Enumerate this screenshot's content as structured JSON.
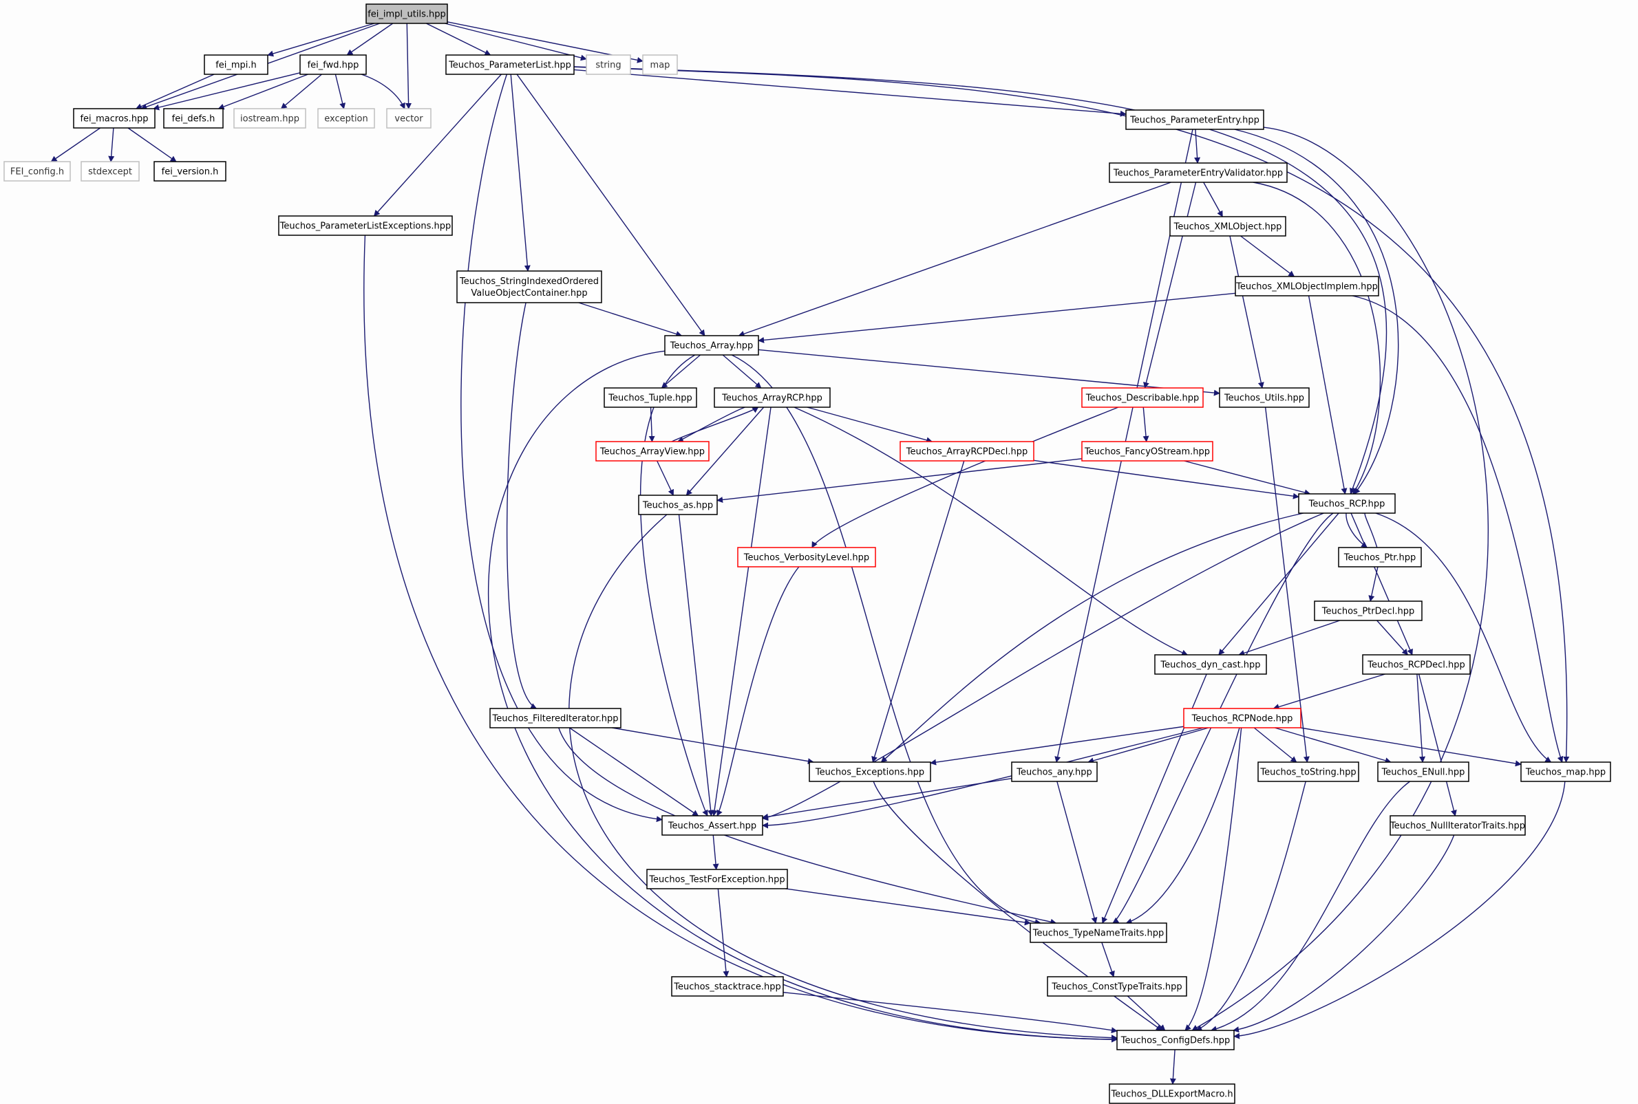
{
  "diagram": {
    "colors": {
      "edge": "#191970",
      "normal_border": "#000000",
      "truncated_border": "#ff0000",
      "external_border": "#bfbfbf",
      "root_fill": "#bfbfbf",
      "node_fill": "#ffffff",
      "background": "#fdfdfd"
    },
    "nodes": [
      {
        "id": "root",
        "lines": [
          "fei_impl_utils.hpp"
        ],
        "kind": "root"
      },
      {
        "id": "fei_mpi",
        "lines": [
          "fei_mpi.h"
        ],
        "kind": "normal"
      },
      {
        "id": "fei_fwd",
        "lines": [
          "fei_fwd.hpp"
        ],
        "kind": "normal"
      },
      {
        "id": "vector",
        "lines": [
          "vector"
        ],
        "kind": "external"
      },
      {
        "id": "plist",
        "lines": [
          "Teuchos_ParameterList.hpp"
        ],
        "kind": "normal"
      },
      {
        "id": "string",
        "lines": [
          "string"
        ],
        "kind": "external"
      },
      {
        "id": "map",
        "lines": [
          "map"
        ],
        "kind": "external"
      },
      {
        "id": "fei_macros",
        "lines": [
          "fei_macros.hpp"
        ],
        "kind": "normal"
      },
      {
        "id": "fei_defs",
        "lines": [
          "fei_defs.h"
        ],
        "kind": "normal"
      },
      {
        "id": "iostream",
        "lines": [
          "iostream.hpp"
        ],
        "kind": "external"
      },
      {
        "id": "exception",
        "lines": [
          "exception"
        ],
        "kind": "external"
      },
      {
        "id": "fei_config",
        "lines": [
          "FEI_config.h"
        ],
        "kind": "external"
      },
      {
        "id": "stdexcept",
        "lines": [
          "stdexcept"
        ],
        "kind": "external"
      },
      {
        "id": "fei_version",
        "lines": [
          "fei_version.h"
        ],
        "kind": "normal"
      },
      {
        "id": "plist_exc",
        "lines": [
          "Teuchos_ParameterListExceptions.hpp"
        ],
        "kind": "normal"
      },
      {
        "id": "sivoc",
        "lines": [
          "Teuchos_StringIndexedOrdered",
          "ValueObjectContainer.hpp"
        ],
        "kind": "normal"
      },
      {
        "id": "pentry",
        "lines": [
          "Teuchos_ParameterEntry.hpp"
        ],
        "kind": "normal"
      },
      {
        "id": "pev",
        "lines": [
          "Teuchos_ParameterEntryValidator.hpp"
        ],
        "kind": "normal"
      },
      {
        "id": "xmlobj",
        "lines": [
          "Teuchos_XMLObject.hpp"
        ],
        "kind": "normal"
      },
      {
        "id": "xmlimpl",
        "lines": [
          "Teuchos_XMLObjectImplem.hpp"
        ],
        "kind": "normal"
      },
      {
        "id": "array",
        "lines": [
          "Teuchos_Array.hpp"
        ],
        "kind": "normal"
      },
      {
        "id": "tuple",
        "lines": [
          "Teuchos_Tuple.hpp"
        ],
        "kind": "normal"
      },
      {
        "id": "arcp",
        "lines": [
          "Teuchos_ArrayRCP.hpp"
        ],
        "kind": "normal"
      },
      {
        "id": "describable",
        "lines": [
          "Teuchos_Describable.hpp"
        ],
        "kind": "truncated"
      },
      {
        "id": "utils",
        "lines": [
          "Teuchos_Utils.hpp"
        ],
        "kind": "normal"
      },
      {
        "id": "arrayview",
        "lines": [
          "Teuchos_ArrayView.hpp"
        ],
        "kind": "truncated"
      },
      {
        "id": "arcpdecl",
        "lines": [
          "Teuchos_ArrayRCPDecl.hpp"
        ],
        "kind": "truncated"
      },
      {
        "id": "fancy",
        "lines": [
          "Teuchos_FancyOStream.hpp"
        ],
        "kind": "truncated"
      },
      {
        "id": "as",
        "lines": [
          "Teuchos_as.hpp"
        ],
        "kind": "normal"
      },
      {
        "id": "rcp",
        "lines": [
          "Teuchos_RCP.hpp"
        ],
        "kind": "normal"
      },
      {
        "id": "verbosity",
        "lines": [
          "Teuchos_VerbosityLevel.hpp"
        ],
        "kind": "truncated"
      },
      {
        "id": "ptr",
        "lines": [
          "Teuchos_Ptr.hpp"
        ],
        "kind": "normal"
      },
      {
        "id": "ptrdecl",
        "lines": [
          "Teuchos_PtrDecl.hpp"
        ],
        "kind": "normal"
      },
      {
        "id": "dyncast",
        "lines": [
          "Teuchos_dyn_cast.hpp"
        ],
        "kind": "normal"
      },
      {
        "id": "rcpdecl",
        "lines": [
          "Teuchos_RCPDecl.hpp"
        ],
        "kind": "normal"
      },
      {
        "id": "filtered",
        "lines": [
          "Teuchos_FilteredIterator.hpp"
        ],
        "kind": "normal"
      },
      {
        "id": "rcpnode",
        "lines": [
          "Teuchos_RCPNode.hpp"
        ],
        "kind": "truncated"
      },
      {
        "id": "exceptions",
        "lines": [
          "Teuchos_Exceptions.hpp"
        ],
        "kind": "normal"
      },
      {
        "id": "any",
        "lines": [
          "Teuchos_any.hpp"
        ],
        "kind": "normal"
      },
      {
        "id": "tostring",
        "lines": [
          "Teuchos_toString.hpp"
        ],
        "kind": "normal"
      },
      {
        "id": "enull",
        "lines": [
          "Teuchos_ENull.hpp"
        ],
        "kind": "normal"
      },
      {
        "id": "tmap",
        "lines": [
          "Teuchos_map.hpp"
        ],
        "kind": "normal"
      },
      {
        "id": "assert",
        "lines": [
          "Teuchos_Assert.hpp"
        ],
        "kind": "normal"
      },
      {
        "id": "nullit",
        "lines": [
          "Teuchos_NullIteratorTraits.hpp"
        ],
        "kind": "normal"
      },
      {
        "id": "testexc",
        "lines": [
          "Teuchos_TestForException.hpp"
        ],
        "kind": "normal"
      },
      {
        "id": "typename",
        "lines": [
          "Teuchos_TypeNameTraits.hpp"
        ],
        "kind": "normal"
      },
      {
        "id": "stacktrace",
        "lines": [
          "Teuchos_stacktrace.hpp"
        ],
        "kind": "normal"
      },
      {
        "id": "consttype",
        "lines": [
          "Teuchos_ConstTypeTraits.hpp"
        ],
        "kind": "normal"
      },
      {
        "id": "configdefs",
        "lines": [
          "Teuchos_ConfigDefs.hpp"
        ],
        "kind": "normal"
      },
      {
        "id": "dllexport",
        "lines": [
          "Teuchos_DLLExportMacro.h"
        ],
        "kind": "normal"
      }
    ],
    "edges": [
      [
        "root",
        "fei_mpi"
      ],
      [
        "root",
        "fei_fwd"
      ],
      [
        "root",
        "vector"
      ],
      [
        "root",
        "plist"
      ],
      [
        "root",
        "string"
      ],
      [
        "root",
        "map"
      ],
      [
        "root",
        "fei_macros"
      ],
      [
        "fei_mpi",
        "fei_macros"
      ],
      [
        "fei_fwd",
        "fei_macros"
      ],
      [
        "fei_fwd",
        "fei_defs"
      ],
      [
        "fei_fwd",
        "iostream"
      ],
      [
        "fei_fwd",
        "exception"
      ],
      [
        "fei_fwd",
        "vector"
      ],
      [
        "fei_macros",
        "fei_config"
      ],
      [
        "fei_macros",
        "stdexcept"
      ],
      [
        "fei_macros",
        "fei_version"
      ],
      [
        "plist",
        "plist_exc"
      ],
      [
        "plist",
        "sivoc"
      ],
      [
        "plist",
        "array"
      ],
      [
        "plist",
        "assert"
      ],
      [
        "plist",
        "pentry"
      ],
      [
        "plist",
        "rcp"
      ],
      [
        "plist",
        "tmap"
      ],
      [
        "plist_exc",
        "configdefs"
      ],
      [
        "sivoc",
        "array"
      ],
      [
        "sivoc",
        "filtered"
      ],
      [
        "pentry",
        "pev"
      ],
      [
        "pentry",
        "any"
      ],
      [
        "pentry",
        "rcp"
      ],
      [
        "pentry",
        "configdefs"
      ],
      [
        "pev",
        "xmlobj"
      ],
      [
        "pev",
        "describable"
      ],
      [
        "pev",
        "array"
      ],
      [
        "pev",
        "rcp"
      ],
      [
        "xmlobj",
        "xmlimpl"
      ],
      [
        "xmlobj",
        "utils"
      ],
      [
        "xmlimpl",
        "array"
      ],
      [
        "xmlimpl",
        "rcp"
      ],
      [
        "xmlimpl",
        "tmap"
      ],
      [
        "array",
        "tuple"
      ],
      [
        "array",
        "arcp"
      ],
      [
        "array",
        "utils"
      ],
      [
        "array",
        "assert"
      ],
      [
        "array",
        "typename"
      ],
      [
        "array",
        "configdefs"
      ],
      [
        "tuple",
        "arrayview"
      ],
      [
        "arcp",
        "arrayview"
      ],
      [
        "arcp",
        "arcpdecl"
      ],
      [
        "arcp",
        "as"
      ],
      [
        "arcp",
        "assert"
      ],
      [
        "arcp",
        "dyncast"
      ],
      [
        "arrayview",
        "arcp"
      ],
      [
        "arrayview",
        "as"
      ],
      [
        "arcpdecl",
        "rcp"
      ],
      [
        "arcpdecl",
        "exceptions"
      ],
      [
        "describable",
        "fancy"
      ],
      [
        "describable",
        "verbosity"
      ],
      [
        "fancy",
        "as"
      ],
      [
        "fancy",
        "rcp"
      ],
      [
        "utils",
        "tostring"
      ],
      [
        "as",
        "assert"
      ],
      [
        "as",
        "configdefs"
      ],
      [
        "verbosity",
        "assert"
      ],
      [
        "rcp",
        "ptr"
      ],
      [
        "rcp",
        "rcpdecl"
      ],
      [
        "rcp",
        "dyncast"
      ],
      [
        "rcp",
        "exceptions"
      ],
      [
        "rcp",
        "assert"
      ],
      [
        "rcp",
        "typename"
      ],
      [
        "rcp",
        "tmap"
      ],
      [
        "ptr",
        "rcp"
      ],
      [
        "ptr",
        "ptrdecl"
      ],
      [
        "ptrdecl",
        "dyncast"
      ],
      [
        "ptrdecl",
        "rcpdecl"
      ],
      [
        "dyncast",
        "typename"
      ],
      [
        "rcpdecl",
        "rcpnode"
      ],
      [
        "rcpdecl",
        "enull"
      ],
      [
        "rcpdecl",
        "nullit"
      ],
      [
        "filtered",
        "exceptions"
      ],
      [
        "filtered",
        "assert"
      ],
      [
        "filtered",
        "typename"
      ],
      [
        "rcpnode",
        "exceptions"
      ],
      [
        "rcpnode",
        "any"
      ],
      [
        "rcpnode",
        "tostring"
      ],
      [
        "rcpnode",
        "enull"
      ],
      [
        "rcpnode",
        "tmap"
      ],
      [
        "rcpnode",
        "assert"
      ],
      [
        "rcpnode",
        "typename"
      ],
      [
        "rcpnode",
        "configdefs"
      ],
      [
        "exceptions",
        "configdefs"
      ],
      [
        "any",
        "assert"
      ],
      [
        "any",
        "typename"
      ],
      [
        "tostring",
        "configdefs"
      ],
      [
        "enull",
        "configdefs"
      ],
      [
        "tmap",
        "configdefs"
      ],
      [
        "assert",
        "testexc"
      ],
      [
        "nullit",
        "configdefs"
      ],
      [
        "testexc",
        "typename"
      ],
      [
        "testexc",
        "stacktrace"
      ],
      [
        "typename",
        "consttype"
      ],
      [
        "stacktrace",
        "configdefs"
      ],
      [
        "consttype",
        "configdefs"
      ],
      [
        "configdefs",
        "dllexport"
      ]
    ]
  }
}
